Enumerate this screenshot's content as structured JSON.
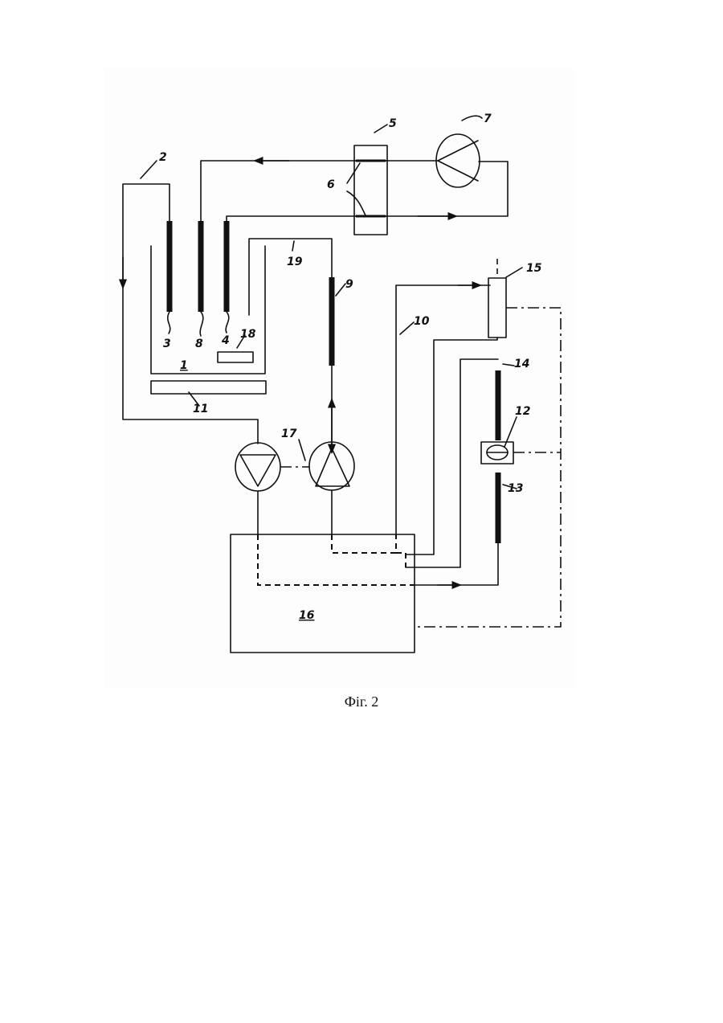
{
  "caption": "Фіг. 2",
  "labels": {
    "l1": "1",
    "l2": "2",
    "l3": "3",
    "l4": "4",
    "l5": "5",
    "l6": "6",
    "l7": "7",
    "l8": "8",
    "l9": "9",
    "l10": "10",
    "l11": "11",
    "l12": "12",
    "l13": "13",
    "l14": "14",
    "l15": "15",
    "l16": "16",
    "l17": "17",
    "l18": "18",
    "l19": "19"
  }
}
